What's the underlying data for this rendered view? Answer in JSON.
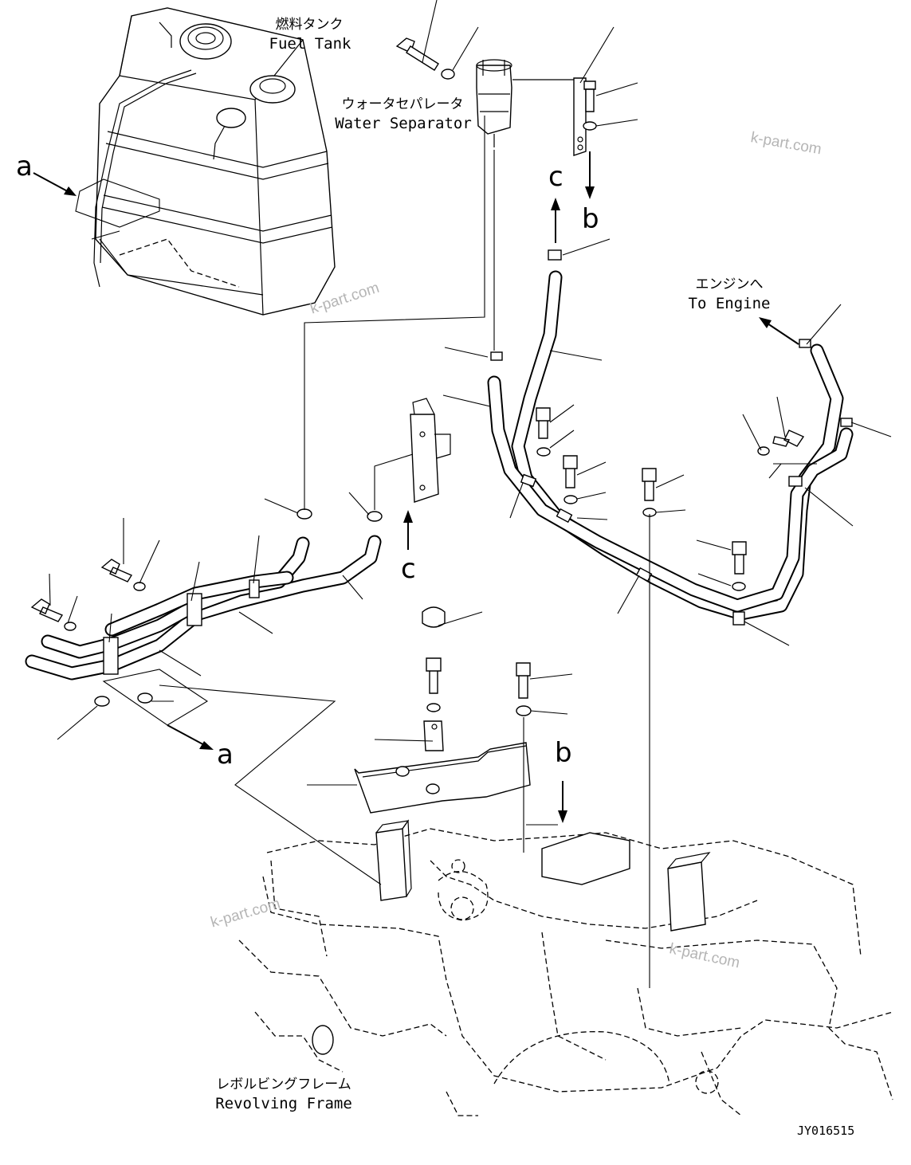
{
  "labels": {
    "fuel_tank_jp": "燃料タンク",
    "fuel_tank_en": "Fuel Tank",
    "water_separator_jp": "ウォータセパレータ",
    "water_separator_en": "Water Separator",
    "to_engine_jp": "エンジンへ",
    "to_engine_en": "To Engine",
    "revolving_frame_jp": "レボルビングフレーム",
    "revolving_frame_en": "Revolving Frame"
  },
  "reference_letters": {
    "a_top": "a",
    "a_bottom": "a",
    "b_top": "b",
    "b_bottom": "b",
    "c_top": "c",
    "c_mid": "c"
  },
  "watermark": "k-part.com",
  "drawing_code": "JY016515"
}
